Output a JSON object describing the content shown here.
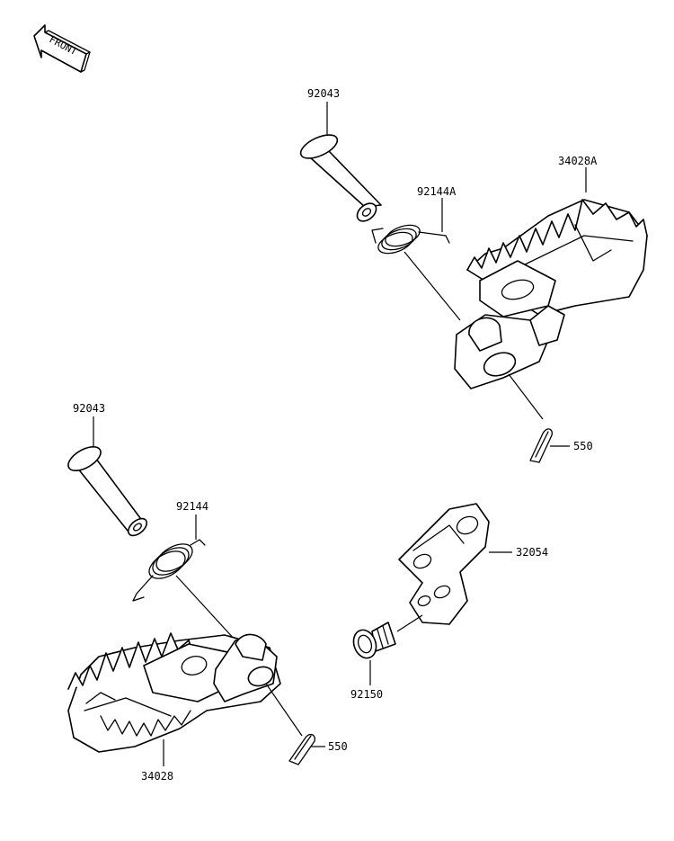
{
  "front_arrow": {
    "label": "FRONT"
  },
  "parts": [
    {
      "id": "pin_upper",
      "label": "92043"
    },
    {
      "id": "spring_upper",
      "label": "92144A"
    },
    {
      "id": "footpeg_upper",
      "label": "34028A"
    },
    {
      "id": "cotter_upper",
      "label": "550"
    },
    {
      "id": "pin_lower",
      "label": "92043"
    },
    {
      "id": "spring_lower",
      "label": "92144"
    },
    {
      "id": "footpeg_lower",
      "label": "34028"
    },
    {
      "id": "cotter_lower",
      "label": "550"
    },
    {
      "id": "bracket",
      "label": "32054"
    },
    {
      "id": "bolt",
      "label": "92150"
    }
  ],
  "colors": {
    "line": "#000000",
    "background": "#ffffff"
  }
}
